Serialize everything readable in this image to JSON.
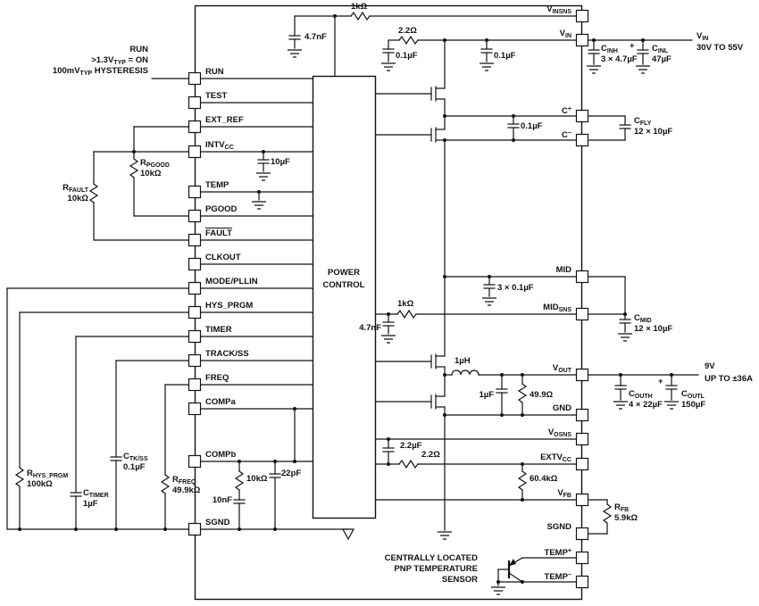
{
  "block": {
    "l1": "POWER",
    "l2": "CONTROL"
  },
  "notes": {
    "run": {
      "l1": "RUN",
      "l2a": ">1.3V",
      "l2b": "TYP",
      "l2c": " = ON",
      "l3a": "100mV",
      "l3b": "TYP",
      "l3c": " HYSTERESIS"
    },
    "vin": {
      "main": "V",
      "sub": "IN",
      "range": "30V TO 55V"
    },
    "vout": {
      "l1": "9V",
      "l2": "UP TO ±36A"
    },
    "temp": {
      "l1": "CENTRALLY LOCATED",
      "l2": "PNP TEMPERATURE",
      "l3": "SENSOR"
    }
  },
  "pins_left": [
    {
      "label": "RUN"
    },
    {
      "label": "TEST"
    },
    {
      "label": "EXT_REF"
    },
    {
      "main": "INTV",
      "sub": "CC"
    },
    {
      "label": "TEMP"
    },
    {
      "label": "PGOOD"
    },
    {
      "label": "FAULT"
    },
    {
      "label": "CLKOUT"
    },
    {
      "label": "MODE/PLLIN"
    },
    {
      "label": "HYS_PRGM"
    },
    {
      "label": "TIMER"
    },
    {
      "label": "TRACK/SS"
    },
    {
      "label": "FREQ"
    },
    {
      "label": "COMPa"
    },
    {
      "label": "COMPb"
    },
    {
      "label": "SGND"
    }
  ],
  "pins_right": [
    {
      "main": "V",
      "sub": "INSNS"
    },
    {
      "main": "V",
      "sub": "IN"
    },
    {
      "main": "C",
      "sup": "+"
    },
    {
      "main": "C",
      "sup": "−"
    },
    {
      "main": "MID"
    },
    {
      "main": "MID",
      "sub": "SNS"
    },
    {
      "main": "V",
      "sub": "OUT"
    },
    {
      "main": "GND"
    },
    {
      "main": "V",
      "sub": "OSNS"
    },
    {
      "main": "EXTV",
      "sub": "CC"
    },
    {
      "main": "V",
      "sub": "FB"
    },
    {
      "main": "SGND"
    },
    {
      "main": "TEMP",
      "sup": "+"
    },
    {
      "main": "TEMP",
      "sup": "−"
    }
  ],
  "components": {
    "r_vinsns": "1kΩ",
    "c_vinsns": "4.7nF",
    "r_vin": "2.2Ω",
    "c_vin1": "0.1µF",
    "c_vin2": "0.1µF",
    "c_inh": {
      "name": "C",
      "sub": "INH",
      "val": "3 × 4.7µF"
    },
    "c_inl": {
      "name": "C",
      "sub": "INL",
      "val": "47µF",
      "plus": "+"
    },
    "c_fly": {
      "name": "C",
      "sub": "FLY",
      "val": "12 × 10µF"
    },
    "c_cpump": "0.1µF",
    "r_pgood": {
      "name": "R",
      "sub": "PGOOD",
      "val": "10kΩ"
    },
    "r_fault": {
      "name": "R",
      "sub": "FAULT",
      "val": "10kΩ"
    },
    "c_intvcc": "10µF",
    "c_mid_int": "3 × 0.1µF",
    "r_midsns": "1kΩ",
    "c_midsns": "4.7nF",
    "c_mid": {
      "name": "C",
      "sub": "MID",
      "val": "12 × 10µF"
    },
    "l_out": "1µH",
    "c_snub": "1µF",
    "r_snub": "49.9Ω",
    "c_outh": {
      "name": "C",
      "sub": "OUTH",
      "val": "4 × 22µF"
    },
    "c_outl": {
      "name": "C",
      "sub": "OUTL",
      "val": "150µF",
      "plus": "+"
    },
    "c_vosns": "2.2µF",
    "r_extvcc": "2.2Ω",
    "r_fbtop": "60.4kΩ",
    "r_fb": {
      "name": "R",
      "sub": "FB",
      "val": "5.9kΩ"
    },
    "r_hys": {
      "name": "R",
      "sub": "HYS_PRGM",
      "val": "100kΩ"
    },
    "c_timer": {
      "name": "C",
      "sub": "TIMER",
      "val": "1µF"
    },
    "c_tkss": {
      "name": "C",
      "sub": "TK/SS",
      "val": "0.1µF"
    },
    "r_freq": {
      "name": "R",
      "sub": "FREQ",
      "val": "49.9kΩ"
    },
    "r_comp": "10kΩ",
    "c_comp1": "10nF",
    "c_comp2": "22pF"
  }
}
